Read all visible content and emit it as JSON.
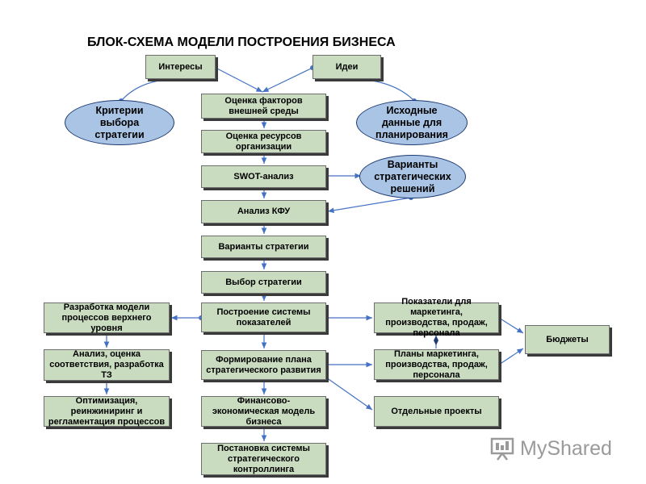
{
  "title": "БЛОК-СХЕМА МОДЕЛИ ПОСТРОЕНИЯ БИЗНЕСА",
  "nodes": {
    "interests": "Интересы",
    "ideas": "Идеи",
    "criteria": "Критерии выбора стратегии",
    "source_data": "Исходные данные для планирования",
    "env_factors": "Оценка факторов внешней среды",
    "resources": "Оценка ресурсов организации",
    "swot": "SWOT-анализ",
    "strategic_options": "Варианты стратегических решений",
    "kfu": "Анализ КФУ",
    "strategy_variants": "Варианты стратегии",
    "strategy_choice": "Выбор стратегии",
    "indicators": "Построение системы показателей",
    "process_model": "Разработка модели процессов верхнего уровня",
    "marketing_indicators": "Показатели для маркетинга, производства, продаж, персонала",
    "budgets": "Бюджеты",
    "dev_plan": "Формирование плана стратегического развития",
    "analysis": "Анализ, оценка соответствия, разработка ТЗ",
    "marketing_plans": "Планы маркетинга, производства, продаж, персонала",
    "fin_model": "Финансово-экономическая модель бизнеса",
    "optimization": "Оптимизация, реинжиниринг и регламентация процессов",
    "projects": "Отдельные проекты",
    "controlling": "Постановка системы стратегического контроллинга"
  },
  "logo": {
    "text": "MyShared"
  },
  "colors": {
    "box_fill": "#c9dcc0",
    "ellipse_fill": "#a9c4e4",
    "connector": "#4472c4"
  }
}
